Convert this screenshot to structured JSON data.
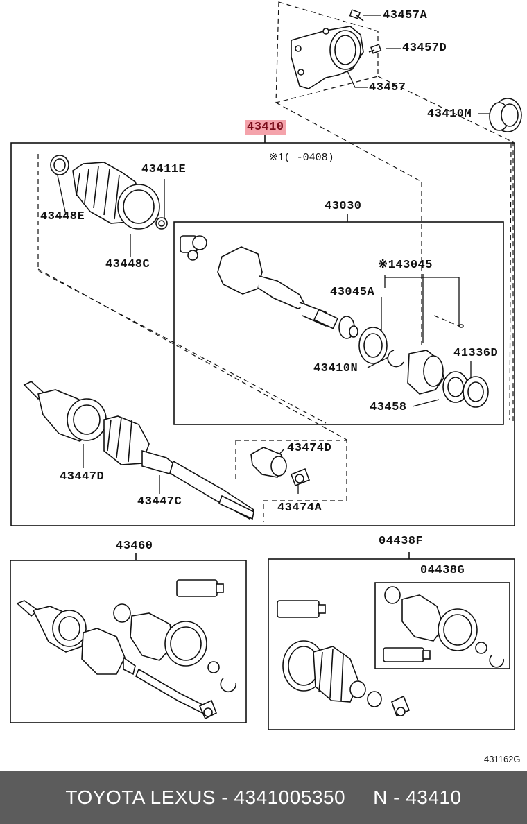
{
  "diagram": {
    "main_part": "43410",
    "note": "※1(     -0408)",
    "labels": {
      "p43457A": "43457A",
      "p43457D": "43457D",
      "p43457": "43457",
      "p43410M": "43410M",
      "p43411E": "43411E",
      "p43448E": "43448E",
      "p43448C": "43448C",
      "p43030": "43030",
      "p143045": "※143045",
      "p43045A": "43045A",
      "p41336D": "41336D",
      "p43410N": "43410N",
      "p43458": "43458",
      "p43447D": "43447D",
      "p43447C": "43447C",
      "p43474D": "43474D",
      "p43474A": "43474A",
      "p43460": "43460",
      "p04438F": "04438F",
      "p04438G": "04438G"
    },
    "figure_code": "431162G",
    "colors": {
      "highlight": "#f4a3ab",
      "line": "#111111",
      "footer_bg": "#5c5c5c"
    }
  },
  "footer": {
    "brand": "TOYOTA LEXUS - 4341005350",
    "ref": "N - 43410"
  }
}
